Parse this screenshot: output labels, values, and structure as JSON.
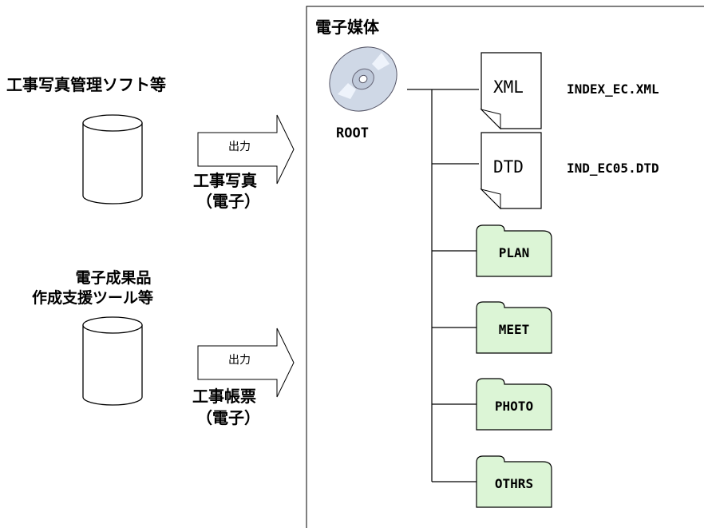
{
  "left": {
    "source1_title": "工事写真管理ソフト等",
    "source2_title_line1": "電子成果品",
    "source2_title_line2": "作成支援ツール等",
    "arrow1_label": "出力",
    "arrow1_caption_line1": "工事写真",
    "arrow1_caption_line2": "（電子）",
    "arrow2_label": "出力",
    "arrow2_caption_line1": "工事帳票",
    "arrow2_caption_line2": "（電子）"
  },
  "media": {
    "title": "電子媒体",
    "root_label": "ROOT",
    "files": [
      {
        "type": "XML",
        "name": "INDEX_EC.XML"
      },
      {
        "type": "DTD",
        "name": "IND_EC05.DTD"
      }
    ],
    "folders": [
      "PLAN",
      "MEET",
      "PHOTO",
      "OTHRS"
    ],
    "folder_color": "#dcf5d6"
  }
}
